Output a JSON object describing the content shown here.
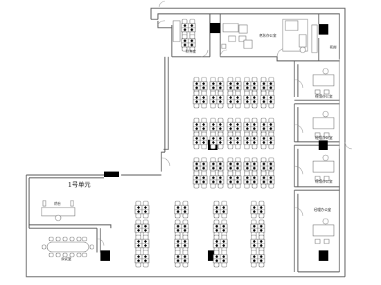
{
  "rooms": {
    "unit": "1号单元",
    "finance": "财务室",
    "boss_office": "老总办公室",
    "machine_room": "机房",
    "manager_office_1": "经理办公室",
    "manager_office_2": "经理办公室",
    "manager_office_3": "经理办公室",
    "manager_office_4": "经理办公室",
    "reception": "前台",
    "meeting_room": "会议室"
  }
}
